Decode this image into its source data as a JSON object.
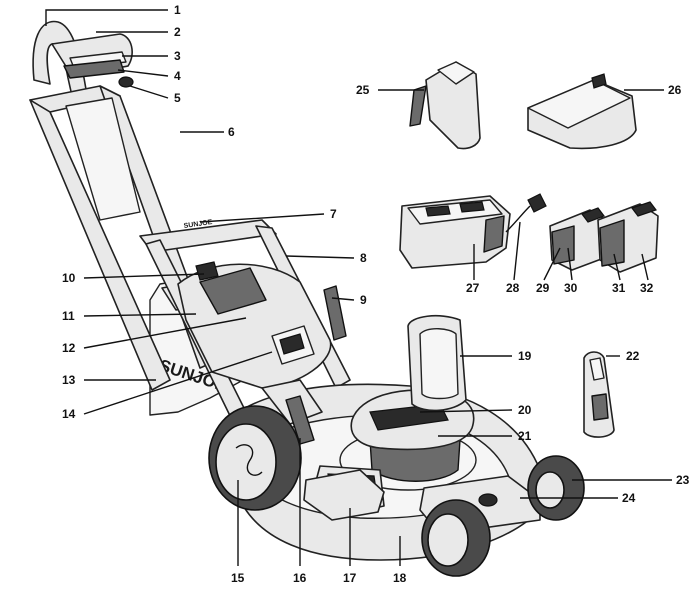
{
  "diagram": {
    "brand_text": "SUNJOE",
    "part_labels": [
      "1",
      "2",
      "3",
      "4",
      "5",
      "6",
      "7",
      "8",
      "9",
      "10",
      "11",
      "12",
      "13",
      "14",
      "15",
      "16",
      "17",
      "18",
      "19",
      "20",
      "21",
      "22",
      "23",
      "24",
      "25",
      "26",
      "27",
      "28",
      "29",
      "30",
      "31",
      "32"
    ]
  }
}
